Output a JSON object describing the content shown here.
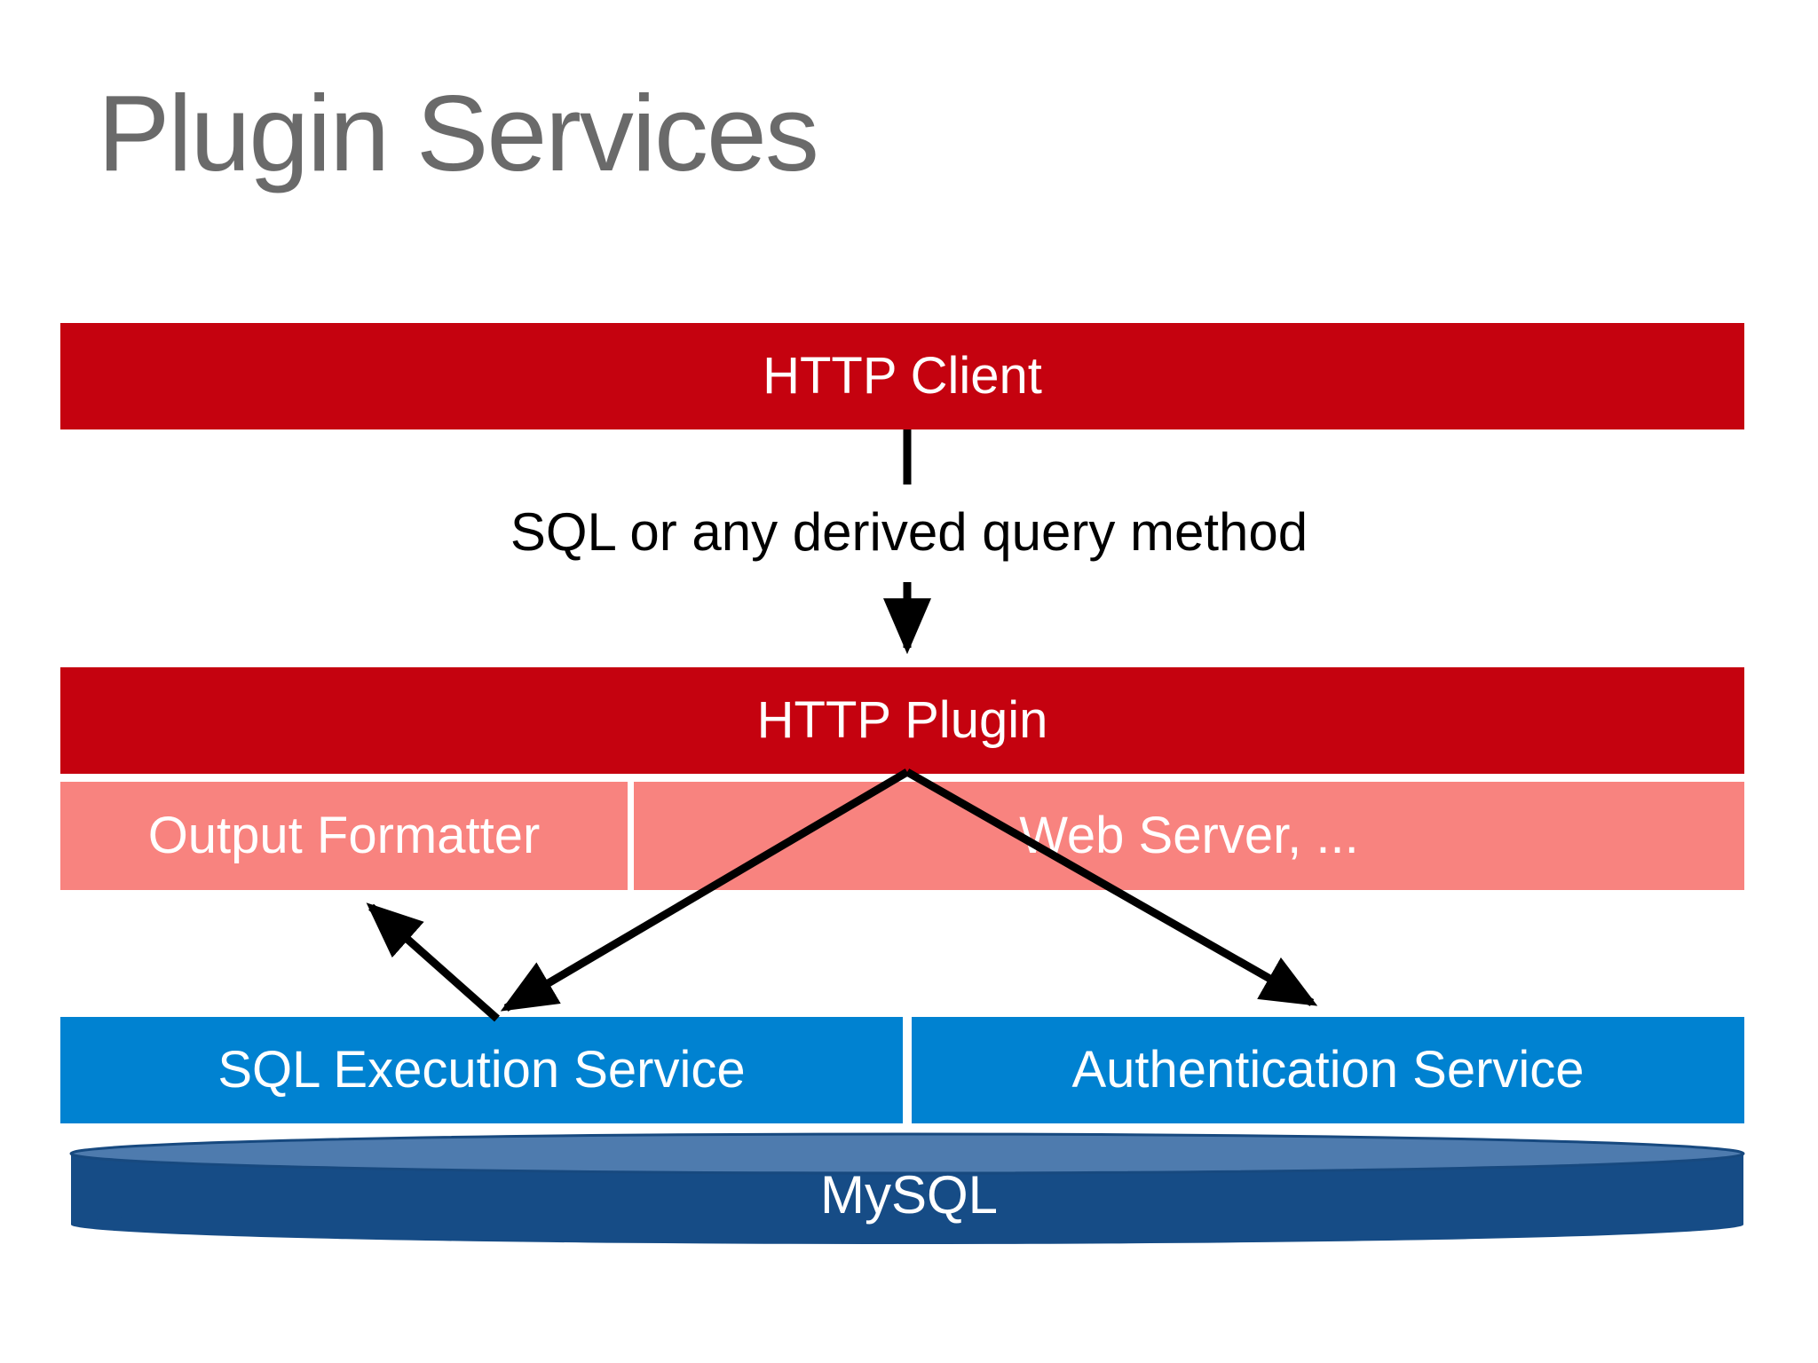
{
  "slide": {
    "title": "Plugin Services"
  },
  "diagram": {
    "http_client_label": "HTTP Client",
    "query_method_label": "SQL or any derived query method",
    "http_plugin_label": "HTTP Plugin",
    "output_formatter_label": "Output Formatter",
    "web_server_label": "Web Server, ...",
    "sql_execution_label": "SQL Execution Service",
    "authentication_label": "Authentication Service",
    "mysql_label": "MySQL"
  },
  "colors": {
    "red": "#c5020f",
    "pink": "#f8837f",
    "blue": "#0082d1",
    "cylinder_top": "#4e7bae",
    "cylinder_body": "#164c86",
    "cylinder_edge": "#17497f",
    "title_gray": "#6a6a6a",
    "arrow": "#000000"
  }
}
